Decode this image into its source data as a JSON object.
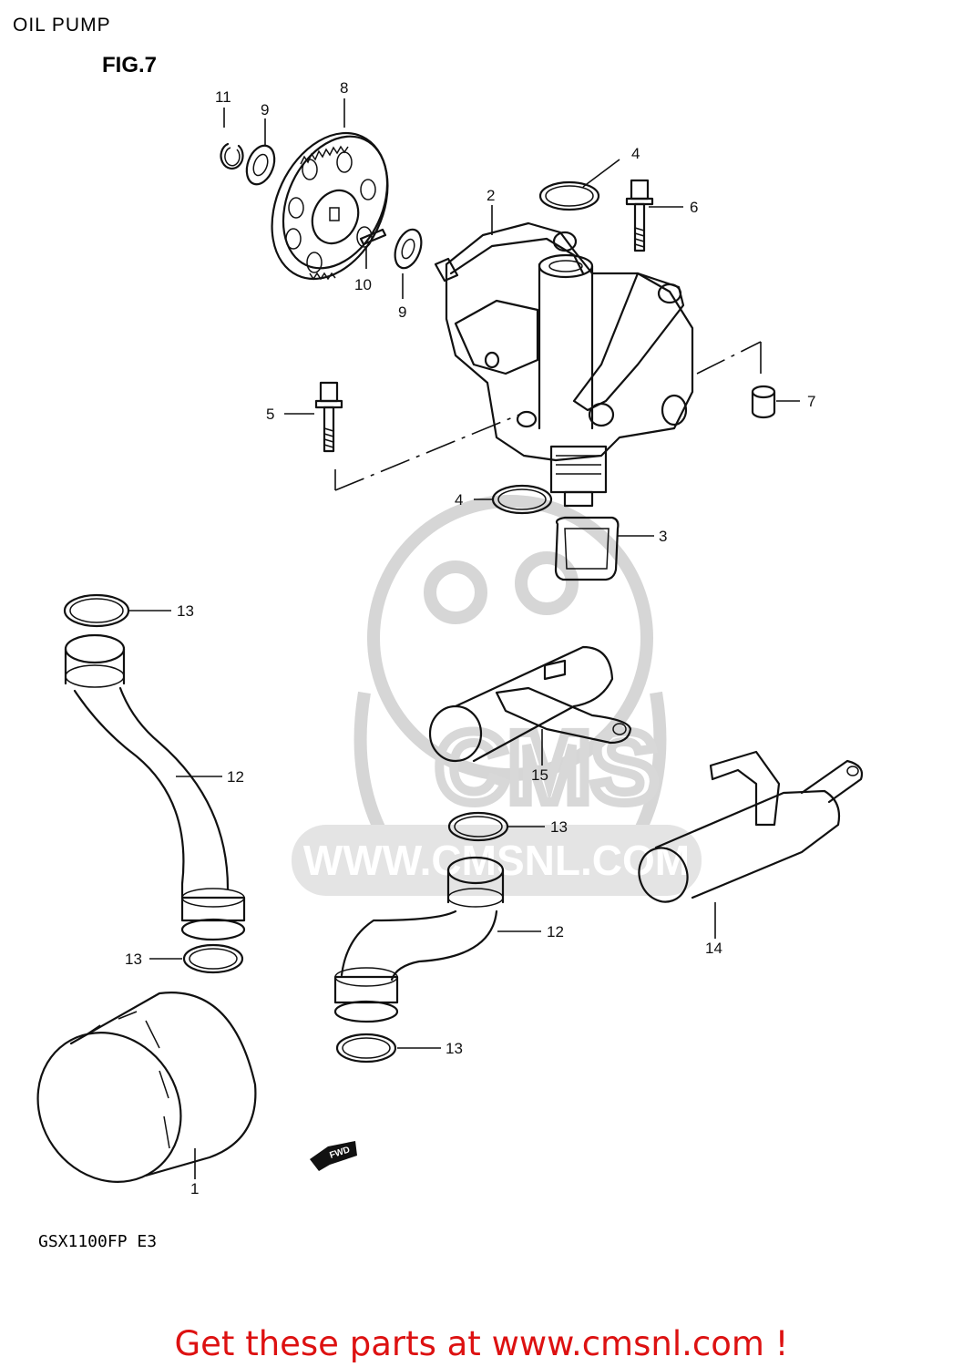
{
  "header": {
    "title": "OIL PUMP",
    "figure": "FIG.7"
  },
  "footer": {
    "model": "GSX1100FP  E3",
    "link_text": "Get these parts at www.cmsnl.com !"
  },
  "watermark": {
    "brand": "CMS",
    "url": "WWW.CMSNL.COM"
  },
  "direction_marker": "FWD",
  "callouts": [
    {
      "id": "c11",
      "text": "11"
    },
    {
      "id": "c9a",
      "text": "9"
    },
    {
      "id": "c8",
      "text": "8"
    },
    {
      "id": "c10",
      "text": "10"
    },
    {
      "id": "c9b",
      "text": "9"
    },
    {
      "id": "c4a",
      "text": "4"
    },
    {
      "id": "c2",
      "text": "2"
    },
    {
      "id": "c6",
      "text": "6"
    },
    {
      "id": "c7",
      "text": "7"
    },
    {
      "id": "c5",
      "text": "5"
    },
    {
      "id": "c4b",
      "text": "4"
    },
    {
      "id": "c3",
      "text": "3"
    },
    {
      "id": "c13a",
      "text": "13"
    },
    {
      "id": "c12a",
      "text": "12"
    },
    {
      "id": "c15",
      "text": "15"
    },
    {
      "id": "c13b",
      "text": "13"
    },
    {
      "id": "c12b",
      "text": "12"
    },
    {
      "id": "c14",
      "text": "14"
    },
    {
      "id": "c13c",
      "text": "13"
    },
    {
      "id": "c13d",
      "text": "13"
    },
    {
      "id": "c1",
      "text": "1"
    }
  ],
  "colors": {
    "link": "#dd1111",
    "line": "#111111",
    "watermark": "#d6d6d6"
  }
}
